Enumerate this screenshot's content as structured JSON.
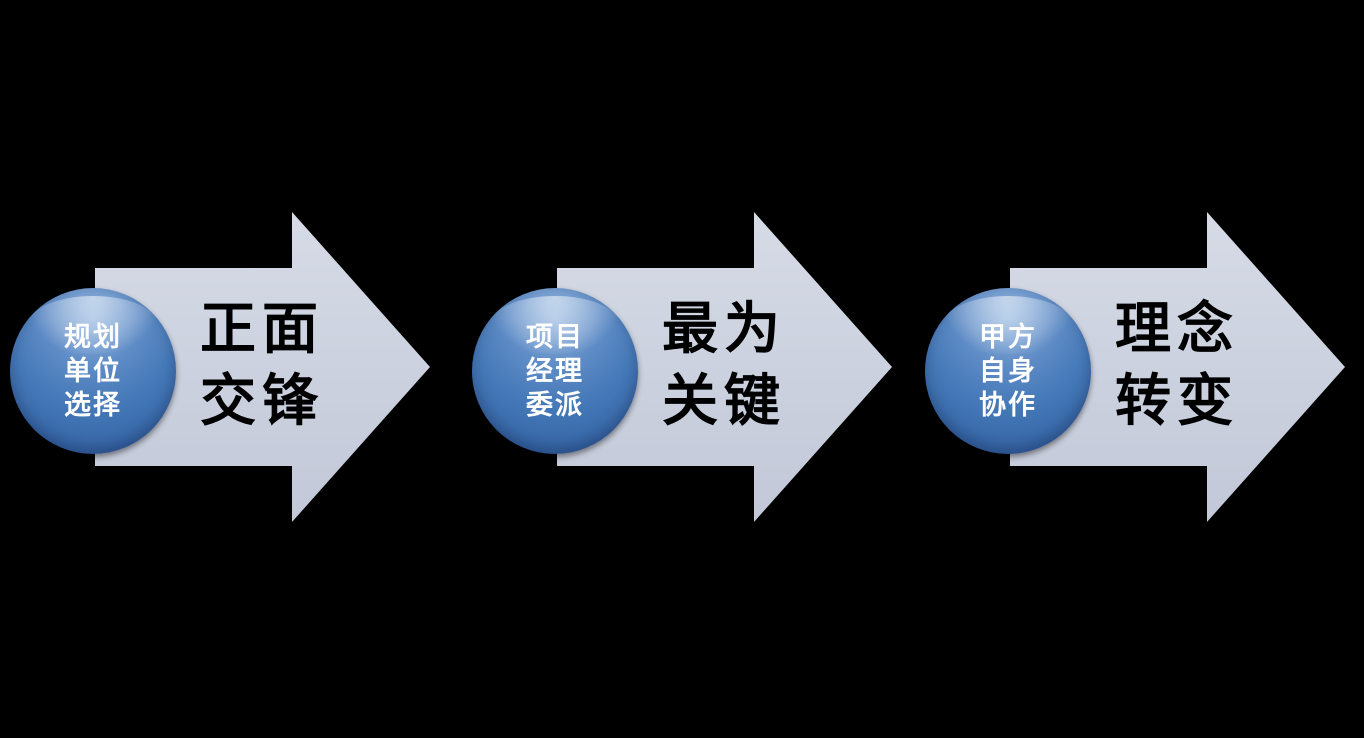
{
  "diagram": {
    "type": "process-arrows",
    "background_color": "#000000",
    "arrow_color_top": "#d4d9e5",
    "arrow_color_bottom": "#c3c9d8",
    "badge_color": "#4579b8",
    "badge_text_color": "#ffffff",
    "label_text_color": "#000000"
  },
  "steps": [
    {
      "badge_lines": [
        "规划",
        "单位",
        "选择"
      ],
      "label_lines": [
        "正面",
        "交锋"
      ]
    },
    {
      "badge_lines": [
        "项目",
        "经理",
        "委派"
      ],
      "label_lines": [
        "最为",
        "关键"
      ]
    },
    {
      "badge_lines": [
        "甲方",
        "自身",
        "协作"
      ],
      "label_lines": [
        "理念",
        "转变"
      ]
    }
  ]
}
